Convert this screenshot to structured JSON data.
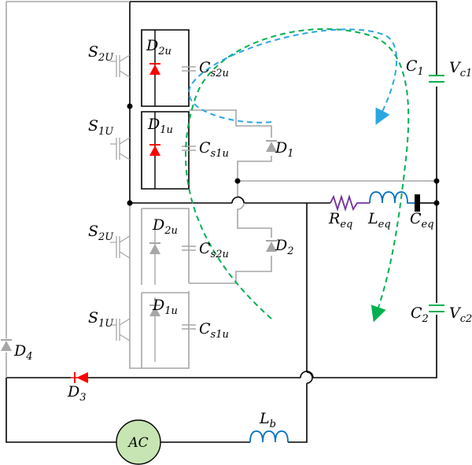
{
  "labels": {
    "s2u_top": {
      "main": "S",
      "sub": "2U"
    },
    "d2u_top": {
      "main": "D",
      "sub": "2u"
    },
    "cs2u_top": {
      "main": "C",
      "sub": "s2u"
    },
    "s1u_top": {
      "main": "S",
      "sub": "1U"
    },
    "d1u_top": {
      "main": "D",
      "sub": "1u"
    },
    "cs1u_top": {
      "main": "C",
      "sub": "s1u"
    },
    "d1": {
      "main": "D",
      "sub": "1"
    },
    "s2u_bot": {
      "main": "S",
      "sub": "2U"
    },
    "d2u_bot": {
      "main": "D",
      "sub": "2u"
    },
    "cs2u_bot": {
      "main": "C",
      "sub": "s2u"
    },
    "d2": {
      "main": "D",
      "sub": "2"
    },
    "s1u_bot": {
      "main": "S",
      "sub": "1U"
    },
    "d1u_bot": {
      "main": "D",
      "sub": "1u"
    },
    "cs1u_bot": {
      "main": "C",
      "sub": "s1u"
    },
    "c1": {
      "main": "C",
      "sub": "1"
    },
    "vc1": {
      "main": "V",
      "sub": "c1"
    },
    "req": {
      "main": "R",
      "sub": "eq"
    },
    "leq": {
      "main": "L",
      "sub": "eq"
    },
    "ceq": {
      "main": "C",
      "sub": "eq"
    },
    "c2": {
      "main": "C",
      "sub": "2"
    },
    "vc2": {
      "main": "V",
      "sub": "c2"
    },
    "d4": {
      "main": "D",
      "sub": "4"
    },
    "d3": {
      "main": "D",
      "sub": "3"
    },
    "lb": {
      "main": "L",
      "sub": "b"
    },
    "ac": "AC"
  },
  "colors": {
    "active_wire": "#000000",
    "inactive_wire": "#a6a6a6",
    "conducting_diode": "#ff0000",
    "inactive_diode": "#a6a6a6",
    "capacitor": "#00b050",
    "resistor": "#7030a0",
    "inductor": "#0070c0",
    "path_green": "#00b050",
    "path_blue": "#2aa7e0",
    "ac_fill": "#c6e5b3"
  }
}
